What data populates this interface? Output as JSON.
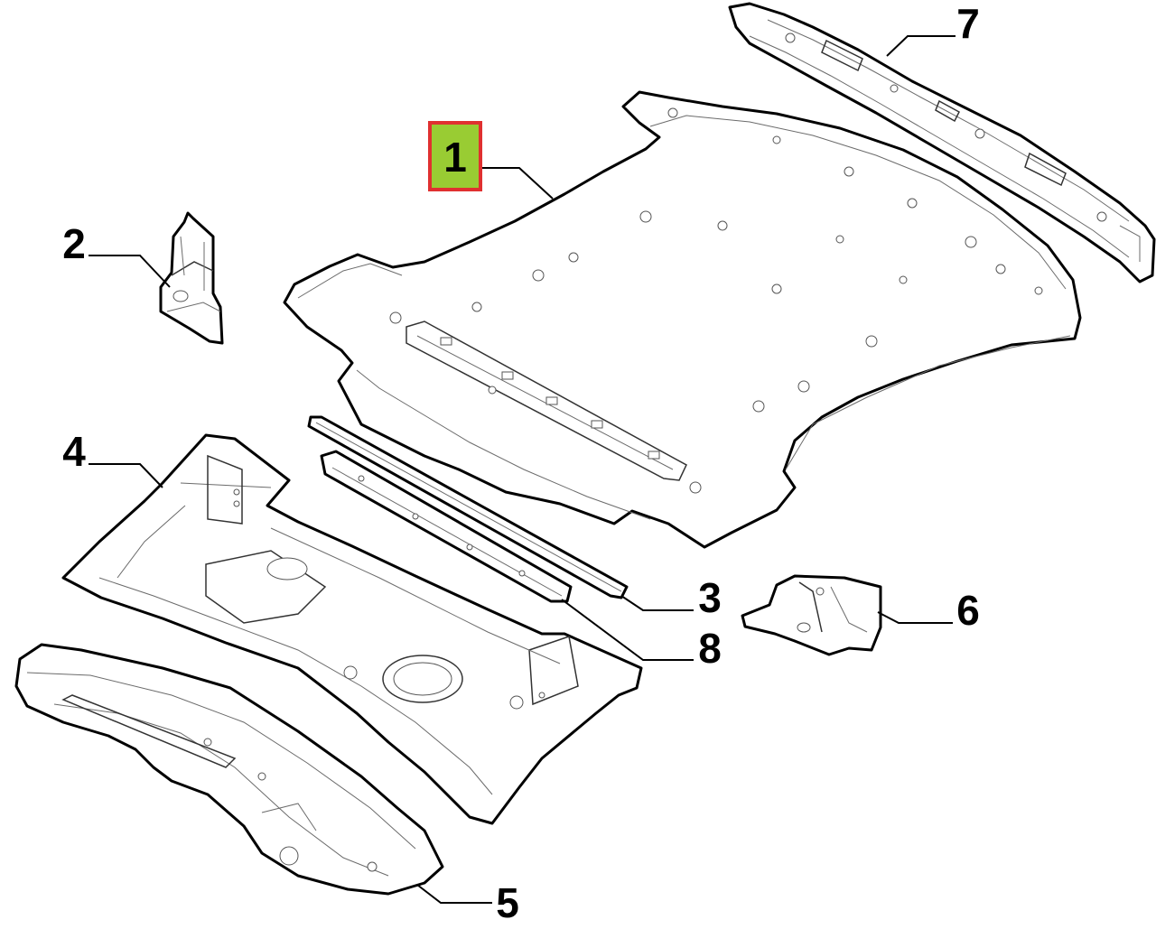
{
  "callouts": [
    {
      "id": "1",
      "label": "1",
      "highlighted": true
    },
    {
      "id": "2",
      "label": "2",
      "highlighted": false
    },
    {
      "id": "3",
      "label": "3",
      "highlighted": false
    },
    {
      "id": "4",
      "label": "4",
      "highlighted": false
    },
    {
      "id": "5",
      "label": "5",
      "highlighted": false
    },
    {
      "id": "6",
      "label": "6",
      "highlighted": false
    },
    {
      "id": "7",
      "label": "7",
      "highlighted": false
    },
    {
      "id": "8",
      "label": "8",
      "highlighted": false
    }
  ],
  "colors": {
    "highlight_fill": "#99cc33",
    "highlight_border": "#e03030",
    "line": "#000000",
    "background": "#ffffff"
  }
}
